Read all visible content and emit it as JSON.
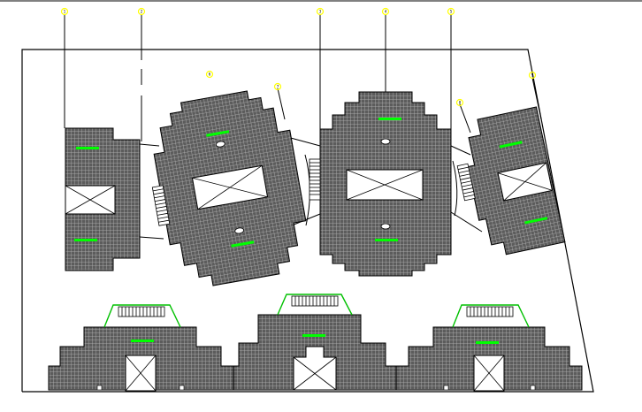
{
  "drawing": {
    "type": "site-plan",
    "colors": {
      "background": "#ffffff",
      "line": "#000000",
      "hatch_fill": "#5a5a5a",
      "marker": "#ffff00",
      "accent": "#00ff00"
    },
    "grid_markers": [
      {
        "id": "m1",
        "text": "1"
      },
      {
        "id": "m2",
        "text": "2"
      },
      {
        "id": "m3",
        "text": "3"
      },
      {
        "id": "m4",
        "text": "4"
      },
      {
        "id": "m5",
        "text": "5"
      },
      {
        "id": "m6",
        "text": "6"
      },
      {
        "id": "m7",
        "text": "7"
      },
      {
        "id": "m8",
        "text": "8"
      },
      {
        "id": "m9",
        "text": "9"
      }
    ]
  }
}
